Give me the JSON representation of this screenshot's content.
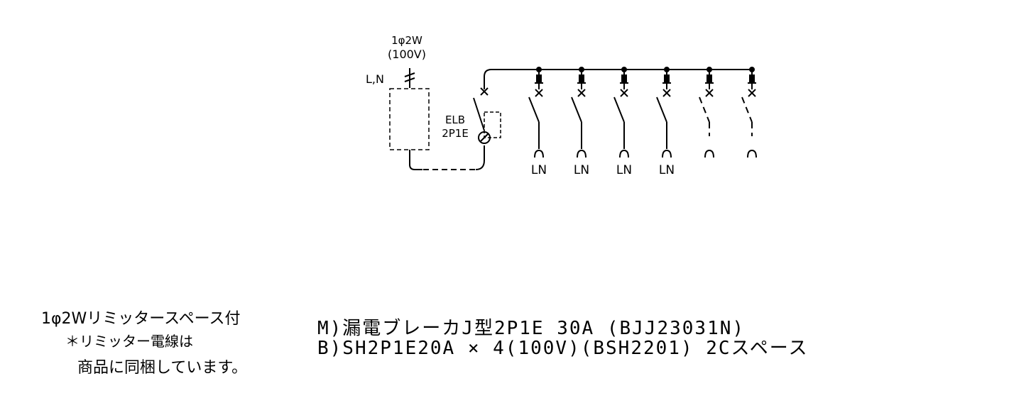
{
  "supply": {
    "phase_label": "1φ2W",
    "voltage_label": "(100V)",
    "lines_label": "L,N"
  },
  "main_breaker": {
    "name": "ELB",
    "poles": "2P1E"
  },
  "branches": [
    {
      "load": "LN",
      "type": "breaker"
    },
    {
      "load": "LN",
      "type": "breaker"
    },
    {
      "load": "LN",
      "type": "breaker"
    },
    {
      "load": "LN",
      "type": "breaker"
    },
    {
      "load": "",
      "type": "space"
    },
    {
      "load": "",
      "type": "space"
    }
  ],
  "notes": {
    "line1": "1φ2Wリミッタースペース付",
    "line2": "＊リミッター電線は",
    "line3": "商品に同梱しています。"
  },
  "spec": {
    "main": "M)漏電ブレーカJ型2P1E 30A (BJJ23031N)",
    "branch": "B)SH2P1E20A × 4(100V)(BSH2201) 2Cスペース"
  }
}
